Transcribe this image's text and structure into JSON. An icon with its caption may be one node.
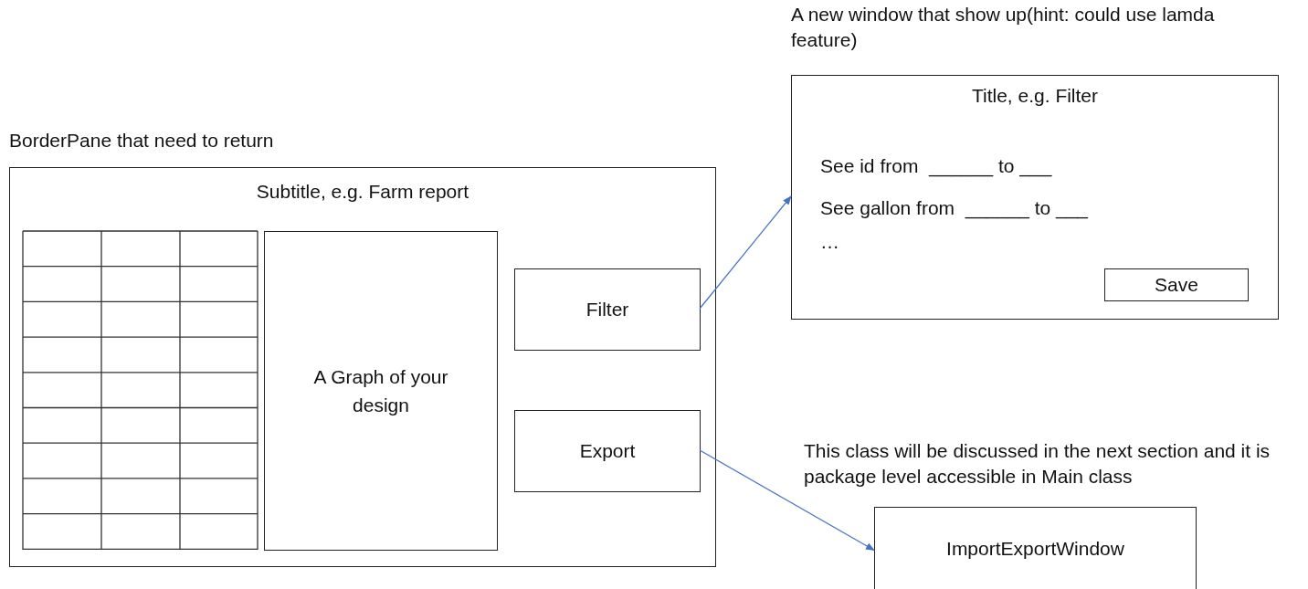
{
  "diagram": {
    "nodes": [
      {
        "text": [
          "BorderPane that need to return",
          "Subtitle, e.g. Farm report"
        ]
      },
      {
        "text": [
          "A Graph of your design"
        ],
        "in": 0
      },
      {
        "text": [
          "Filter"
        ],
        "in": 0
      },
      {
        "text": [
          "Export"
        ],
        "in": 0
      },
      {
        "text": [
          "A new window that show up(hint: could use lamda feature)",
          "Title, e.g. Filter",
          "See id from  ______ to ___",
          "See gallon from  ______ to ___",
          "…"
        ]
      },
      {
        "text": [
          "Save"
        ],
        "in": 4
      },
      {
        "text": [
          "This class will be discussed in the next section and it is package level accessible in Main class",
          "ImportExportWindow"
        ]
      }
    ],
    "edges": [
      {
        "from": 2,
        "to": 4,
        "arrow": "to"
      },
      {
        "from": 3,
        "to": 6,
        "arrow": "to"
      }
    ]
  }
}
